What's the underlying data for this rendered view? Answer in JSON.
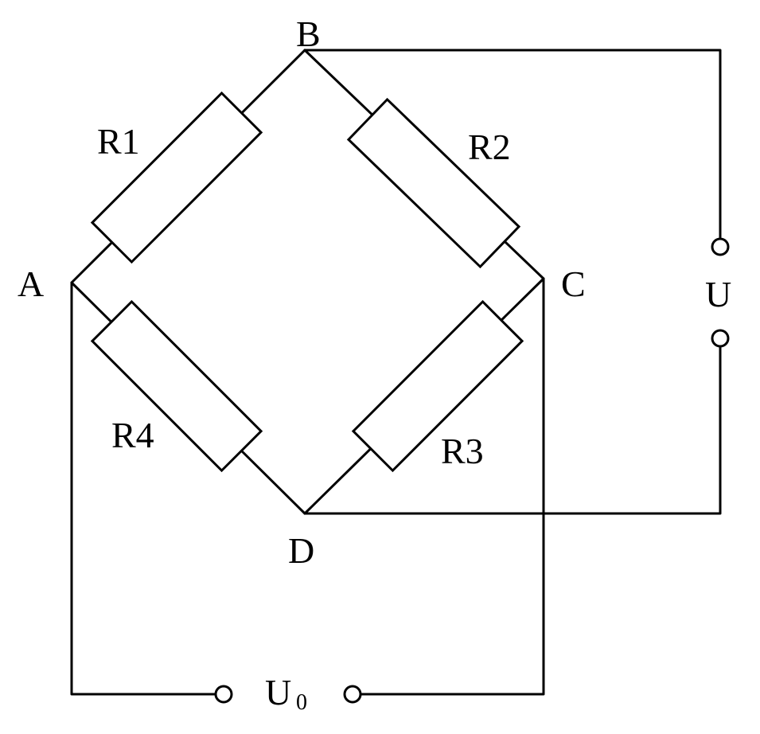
{
  "nodes": {
    "a": "A",
    "b": "B",
    "c": "C",
    "d": "D"
  },
  "resistors": {
    "r1": "R1",
    "r2": "R2",
    "r3": "R3",
    "r4": "R4"
  },
  "terminals": {
    "supply_label": "U",
    "output_label_main": "U",
    "output_label_sub": "0"
  }
}
